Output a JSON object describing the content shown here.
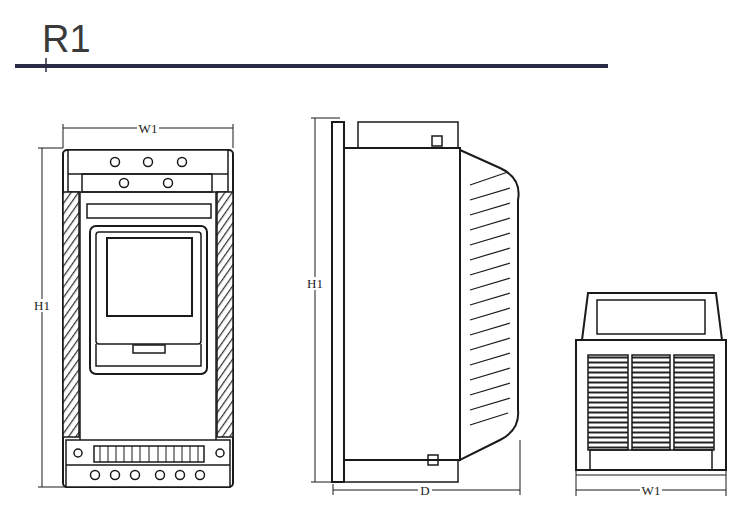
{
  "diagram": {
    "title": "R1",
    "labels": [
      "W1",
      "H1",
      "H1",
      "D",
      "W1"
    ]
  }
}
